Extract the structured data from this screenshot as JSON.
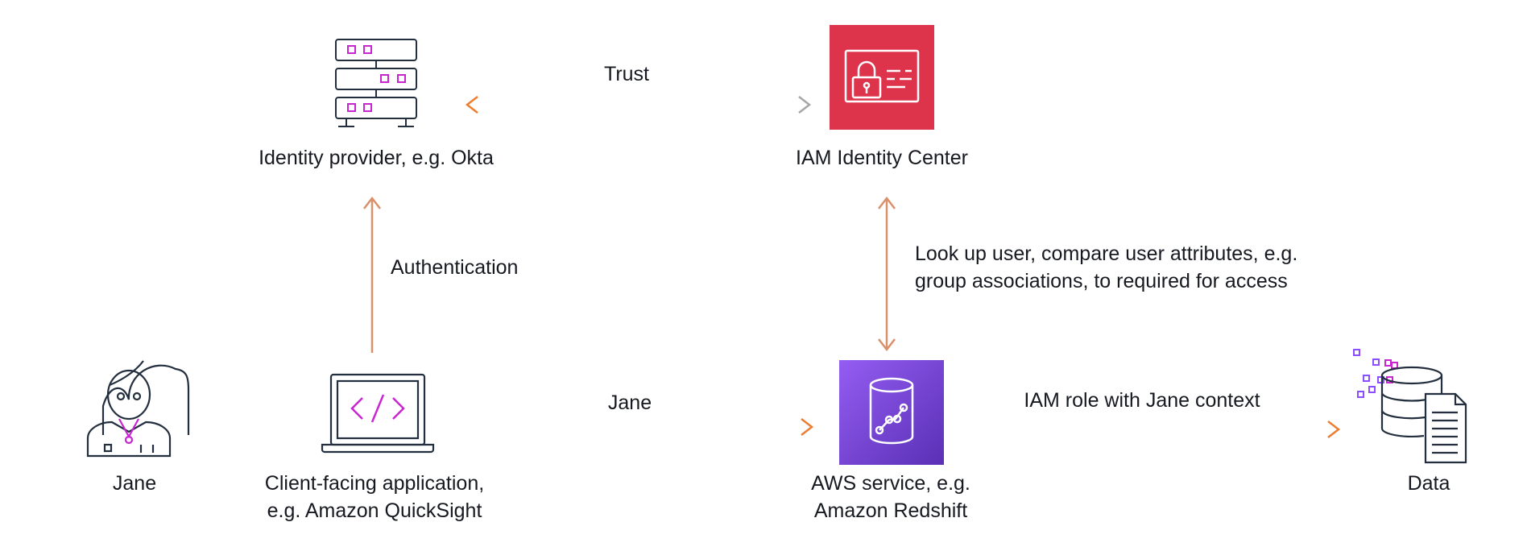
{
  "nodes": {
    "identity_provider": {
      "label": "Identity provider, e.g. Okta"
    },
    "identity_center": {
      "label": "IAM Identity Center"
    },
    "user": {
      "label": "Jane"
    },
    "client_app": {
      "label_line1": "Client-facing application,",
      "label_line2": "e.g. Amazon QuickSight"
    },
    "aws_service": {
      "label_line1": "AWS service, e.g.",
      "label_line2": "Amazon Redshift"
    },
    "data": {
      "label": "Data"
    }
  },
  "edges": {
    "trust": {
      "label": "Trust"
    },
    "authentication": {
      "label": "Authentication"
    },
    "lookup": {
      "label_line1": "Look up user, compare user attributes, e.g.",
      "label_line2": "group associations, to required for access"
    },
    "jane_request": {
      "label": "Jane"
    },
    "iam_role": {
      "label": "IAM role with Jane context"
    }
  },
  "colors": {
    "orange": "#ed7d31",
    "gray": "#a6a6a6",
    "salmon": "#d9906b",
    "identity_center_bg": "#dd344c",
    "redshift_top": "#945df2",
    "redshift_bottom": "#5a30b5",
    "magenta": "#c925d1",
    "purple": "#8c4fff",
    "dark": "#232f3e"
  },
  "icons": {
    "identity_provider": "server-stack-icon",
    "identity_center": "id-card-lock-icon",
    "user": "user-avatar-icon",
    "client_app": "laptop-code-icon",
    "aws_service": "redshift-database-icon",
    "data": "database-document-icon"
  }
}
